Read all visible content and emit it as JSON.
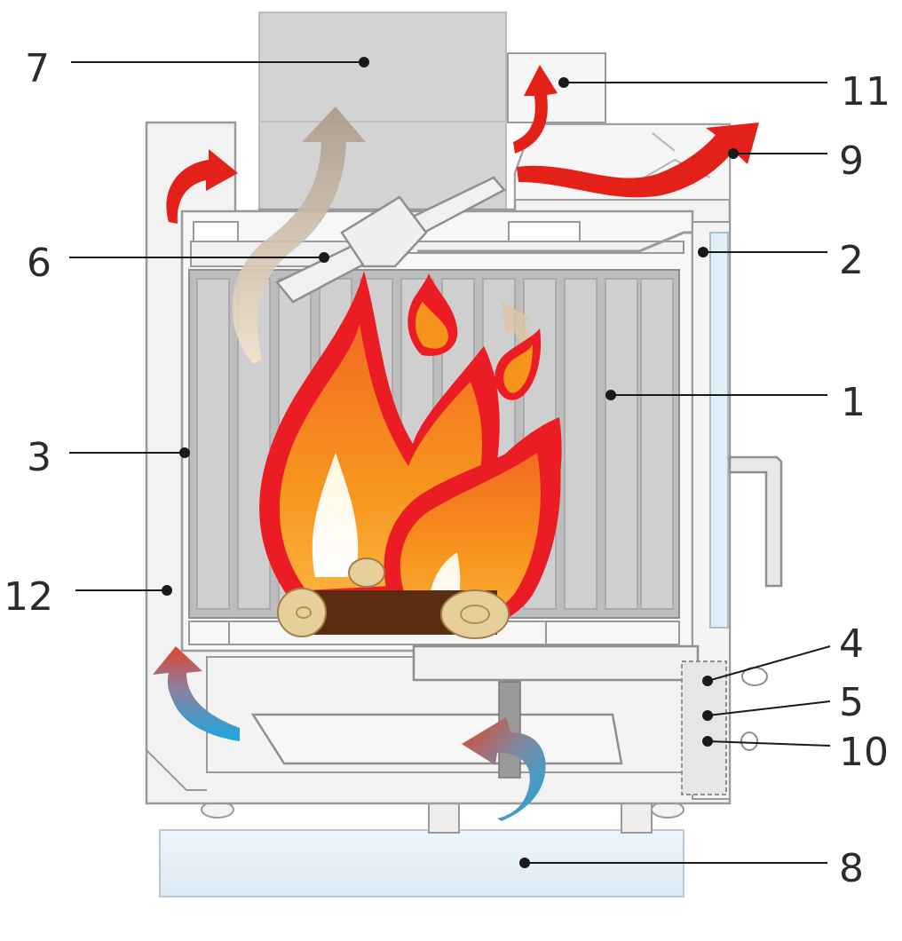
{
  "diagram": {
    "labels": [
      {
        "id": "label-1",
        "text": "1"
      },
      {
        "id": "label-2",
        "text": "2"
      },
      {
        "id": "label-3",
        "text": "3"
      },
      {
        "id": "label-4",
        "text": "4"
      },
      {
        "id": "label-5",
        "text": "5"
      },
      {
        "id": "label-6",
        "text": "6"
      },
      {
        "id": "label-7",
        "text": "7"
      },
      {
        "id": "label-8",
        "text": "8"
      },
      {
        "id": "label-9",
        "text": "9"
      },
      {
        "id": "label-10",
        "text": "10"
      },
      {
        "id": "label-11",
        "text": "11"
      },
      {
        "id": "label-12",
        "text": "12"
      }
    ],
    "colors": {
      "stove_body": "#f2f2f2",
      "outline": "#9a9a9a",
      "firebox_panel": "#c9c9c9",
      "flue_pipe": "#d3d3d3",
      "base_plate": "#e3eef6",
      "flame_outer": "#ec1c24",
      "flame_mid": "#f7941d",
      "flame_inner": "#fde8b8",
      "hot_air": "#e32119",
      "cold_air": "#29a3d9",
      "smoke": "#c8b7a0",
      "log_end": "#e7cf9c",
      "log_bark": "#5a2d12"
    }
  }
}
